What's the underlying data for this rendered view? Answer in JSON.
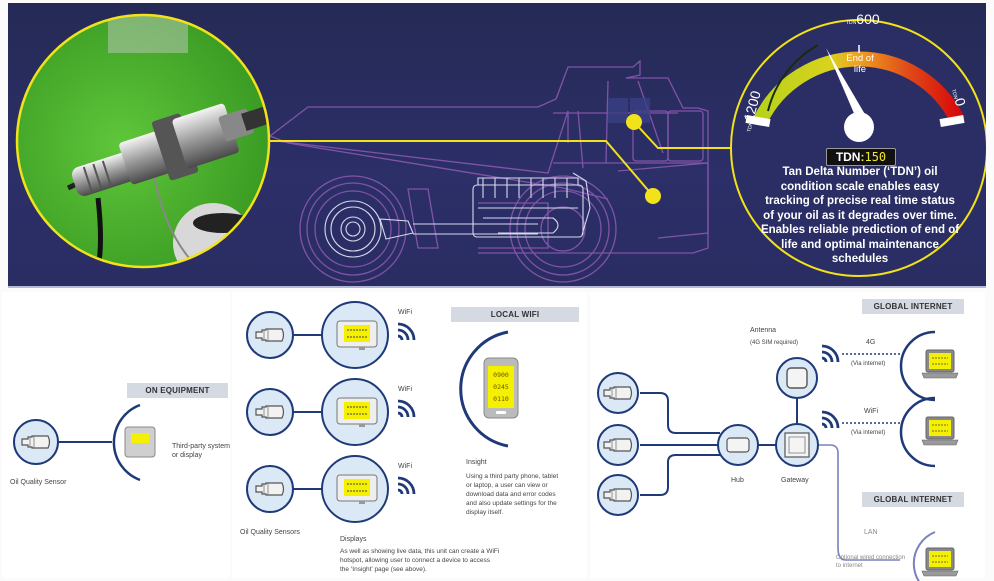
{
  "banner": {
    "gauge": {
      "scale_labels": {
        "left": "1200",
        "top": "600",
        "right": "0",
        "unit": "TDN"
      },
      "end_of_life_label": "End of life",
      "readout_label": "TDN",
      "readout_separator": ":",
      "readout_value": "150",
      "needle_value": 600,
      "scale_max": 1200,
      "scale_min": 0,
      "description": "Tan Delta Number (‘TDN’) oil condition scale enables easy tracking of precise real time status of your oil as it degrades over time. Enables reliable prediction of end of life and optimal maintenance schedules"
    },
    "colors": {
      "highlight": "#f2e21a",
      "truck_outline": "#8a58b0",
      "engine_outline": "#d8d8f0",
      "background": "#282c5e"
    }
  },
  "on_equipment": {
    "header": "ON EQUIPMENT",
    "sensor_label": "Oil Quality Sensor",
    "display_label": "Third-party system or display"
  },
  "displays_section": {
    "wifi_labels": [
      "WiFi",
      "WiFi",
      "WiFi"
    ],
    "sensors_label": "Oil Quality Sensors",
    "displays_label": "Displays",
    "description": "As well as showing live data, this unit can create a WiFi hotspot, allowing user to connect a device to access the ‘Insight’ page (see above)."
  },
  "local_wifi": {
    "header": "LOCAL WIFI",
    "phone_readings": [
      "0900",
      "0245",
      "0110"
    ],
    "insight_label": "Insight",
    "description": "Using a third party phone, tablet or laptop, a user can view or download data and error codes and also update settings for the display itself."
  },
  "global_internet": {
    "header_top": "GLOBAL INTERNET",
    "header_bottom": "GLOBAL INTERNET",
    "antenna_label": "Antenna",
    "antenna_note": "(4G SIM required)",
    "hub_label": "Hub",
    "gateway_label": "Gateway",
    "links": [
      {
        "name": "4G",
        "note": "(Via internet)"
      },
      {
        "name": "WiFi",
        "note": "(Via internet)"
      }
    ],
    "lan_label": "LAN",
    "lan_note": "Optional wired connection to internet"
  },
  "colors": {
    "node_stroke": "#1f3a78",
    "node_fill": "#dbe9f6",
    "screen": "#f5ef00",
    "header_bg": "#d4d9e2"
  }
}
